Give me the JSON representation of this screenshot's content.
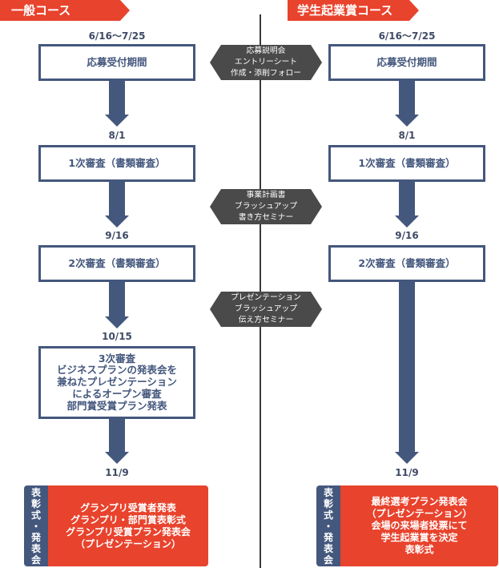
{
  "general": {
    "banner": "一般コース",
    "date1": "6/16～7/25",
    "step1": "応募受付期間",
    "date2": "8/1",
    "step2": "1次審査（書類審査）",
    "date3": "9/16",
    "step3": "2次審査（書類審査）",
    "date4": "10/15",
    "step4": [
      "3次審査",
      "ビジネスプランの発表会を",
      "兼ねたプレゼンテーション",
      "によるオープン審査",
      "部門賞受賞プラン発表"
    ],
    "date5": "11/9",
    "event_tag": [
      "表",
      "彰",
      "式",
      "・",
      "発",
      "表",
      "会"
    ],
    "event_body": [
      "グランプリ受賞者発表",
      "グランプリ・部門賞表彰式",
      "グランプリ受賞プラン発表会",
      "（プレゼンテーション）"
    ]
  },
  "student": {
    "banner": "学生起業賞コース",
    "date1": "6/16～7/25",
    "step1": "応募受付期間",
    "date2": "8/1",
    "step2": "1次審査（書類審査）",
    "date3": "9/16",
    "step3": "2次審査（書類審査）",
    "date5": "11/9",
    "event_tag": [
      "表",
      "彰",
      "式",
      "・",
      "発",
      "表",
      "会"
    ],
    "event_body": [
      "最終選考プラン発表会",
      "（プレゼンテーション）",
      "会場の来場者投票にて",
      "学生起業賞を決定",
      "表彰式"
    ]
  },
  "seminars": [
    [
      "応募説明会",
      "エントリーシート",
      "作成・添削フォロー"
    ],
    [
      "事業計画書",
      "ブラッシュアップ",
      "書き方セミナー"
    ],
    [
      "プレゼンテーション",
      "ブラッシュアップ",
      "伝え方セミナー"
    ]
  ],
  "colors": {
    "navy": "#44577d",
    "red": "#e8432d",
    "dark": "#4a4a4a"
  }
}
